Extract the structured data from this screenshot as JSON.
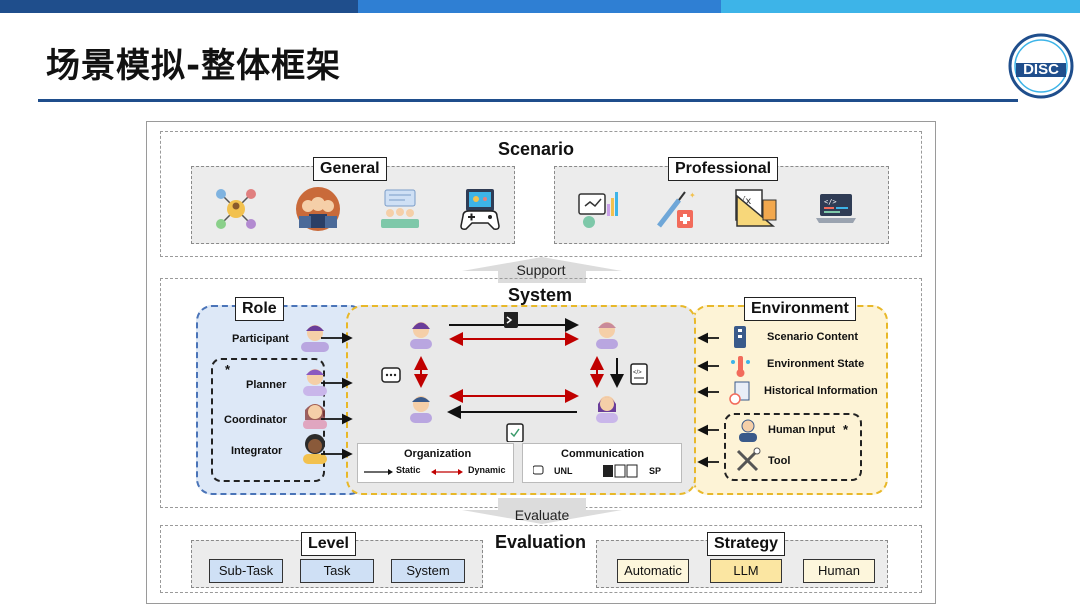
{
  "title": "场景模拟-整体框架",
  "colors": {
    "bar1": "#1f4e8c",
    "bar2": "#2f7fd3",
    "bar3": "#3db4e8",
    "accent_red": "#c00000",
    "role_bg": "#dde8f7",
    "env_bg": "#fdf3d6",
    "llm_fill": "#fbe6a2",
    "auto_fill": "#fdf6dc"
  },
  "scenario": {
    "heading": "Scenario",
    "general": {
      "label": "General",
      "icons": [
        "network-people-icon",
        "team-people-icon",
        "meeting-icon",
        "game-controller-icon"
      ]
    },
    "professional": {
      "label": "Professional",
      "icons": [
        "data-analysis-icon",
        "medical-icon",
        "math-icon",
        "code-laptop-icon"
      ]
    }
  },
  "support_label": "Support",
  "system": {
    "heading": "System",
    "role": {
      "label": "Role",
      "participant": "Participant",
      "star": "*",
      "planner": "Planner",
      "coordinator": "Coordinator",
      "integrator": "Integrator"
    },
    "environment": {
      "label": "Environment",
      "items": [
        "Scenario Content",
        "Environment State",
        "Historical Information"
      ],
      "human_input": "Human Input",
      "star": "*",
      "tool": "Tool"
    },
    "organization": {
      "title": "Organization",
      "static": "Static",
      "dynamic": "Dynamic"
    },
    "communication": {
      "title": "Communication",
      "unl": "UNL",
      "sp": "SP"
    }
  },
  "evaluate_label": "Evaluate",
  "evaluation": {
    "heading": "Evaluation",
    "level": {
      "label": "Level",
      "items": [
        "Sub-Task",
        "Task",
        "System"
      ]
    },
    "strategy": {
      "label": "Strategy",
      "items": [
        "Automatic",
        "LLM",
        "Human"
      ]
    }
  }
}
